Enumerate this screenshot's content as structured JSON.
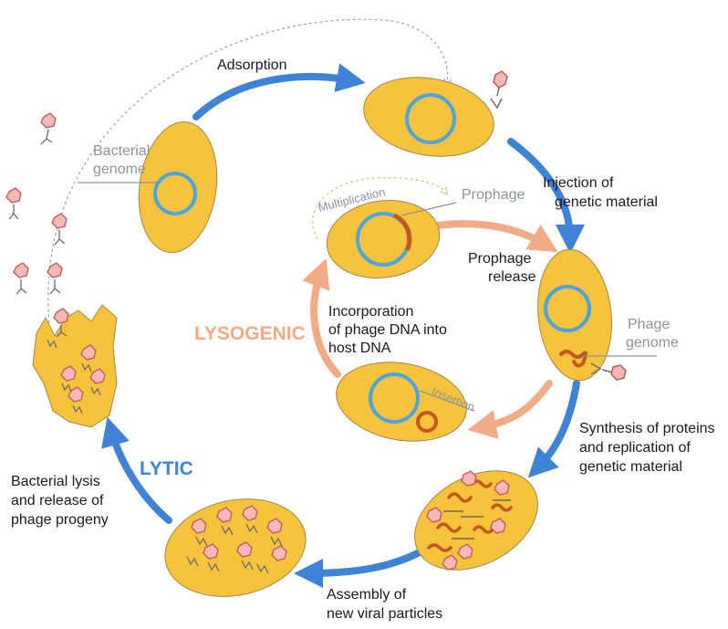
{
  "colors": {
    "cell_fill": "#f7c23c",
    "cell_stroke": "#9e8a4a",
    "dna_ring": "#4aa6dd",
    "lytic_arrow": "#3f83d6",
    "lysogenic_arrow": "#f1ab86",
    "phage_genome": "#c4571a",
    "phage_head": "#f6b9b6",
    "phage_outline": "#c0565a",
    "tail": "#6b6b6b",
    "leader_line": "#8a9499"
  },
  "labels": {
    "adsorption": "Adsorption",
    "bacterial_genome_1": "Bacterial",
    "bacterial_genome_2": "genome",
    "injection_1": "Injection of",
    "injection_2": "genetic material",
    "prophage": "Prophage",
    "multiplication": "Multiplication",
    "prophage_release_1": "Prophage",
    "prophage_release_2": "release",
    "incorporation_1": "Incorporation",
    "incorporation_2": "of phage DNA into",
    "incorporation_3": "host DNA",
    "lysogenic": "LYSOGENIC",
    "phage_genome_1": "Phage",
    "phage_genome_2": "genome",
    "insertion": "Insertion",
    "synthesis_1": "Synthesis of proteins",
    "synthesis_2": "and replication of",
    "synthesis_3": "genetic material",
    "lytic": "LYTIC",
    "lysis_1": "Bacterial lysis",
    "lysis_2": "and release of",
    "lysis_3": "phage progeny",
    "assembly_1": "Assembly of",
    "assembly_2": "new viral particles"
  }
}
